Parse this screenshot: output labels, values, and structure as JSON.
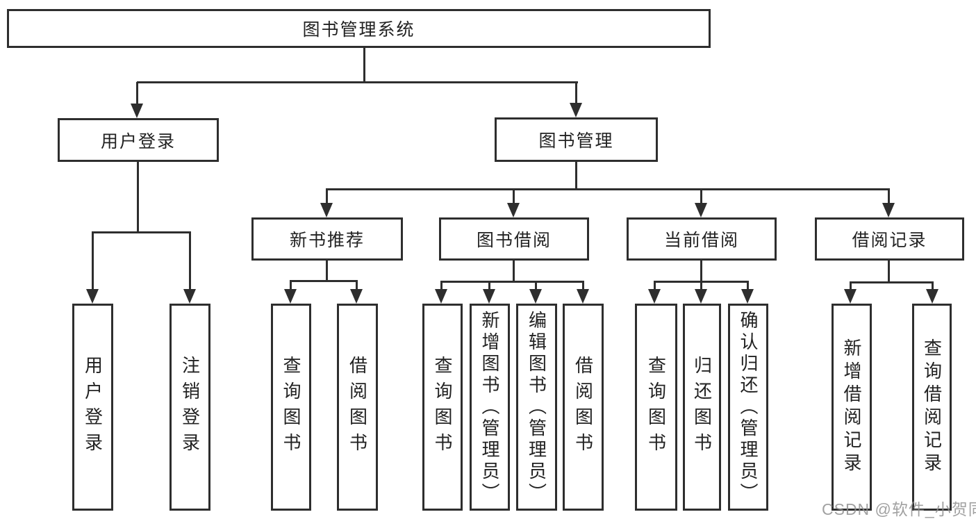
{
  "diagram": {
    "root": {
      "label": "图书管理系统"
    },
    "branches": [
      {
        "label": "用户登录",
        "children": [
          {
            "label": "用户登录"
          },
          {
            "label": "注销登录"
          }
        ]
      },
      {
        "label": "图书管理",
        "children": [
          {
            "label": "新书推荐",
            "children": [
              {
                "label": "查询图书"
              },
              {
                "label": "借阅图书"
              }
            ]
          },
          {
            "label": "图书借阅",
            "children": [
              {
                "label": "查询图书"
              },
              {
                "label": "新增图书（管理员）"
              },
              {
                "label": "编辑图书（管理员）"
              },
              {
                "label": "借阅图书"
              }
            ]
          },
          {
            "label": "当前借阅",
            "children": [
              {
                "label": "查询图书"
              },
              {
                "label": "归还图书"
              },
              {
                "label": "确认归还（管理员）"
              }
            ]
          },
          {
            "label": "借阅记录",
            "children": [
              {
                "label": "新增借阅记录"
              },
              {
                "label": "查询借阅记录"
              }
            ]
          }
        ]
      }
    ]
  },
  "watermark": {
    "text": "CSDN @软件_小贺同学"
  },
  "colors": {
    "line": "#2e2e2e",
    "box_background": "#ffffff",
    "text": "#222222",
    "watermark": "#919191"
  }
}
